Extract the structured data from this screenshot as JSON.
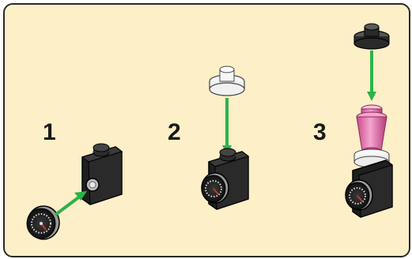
{
  "steps": [
    {
      "number": "1"
    },
    {
      "number": "2"
    },
    {
      "number": "3"
    }
  ],
  "colors": {
    "panel_background": "#fdefc7",
    "panel_border": "#2a2a2a",
    "arrow": "#2db34a",
    "brick": "#1f1f1f",
    "transparent_cone": "#e86aa8",
    "dial_accent": "#c0392b"
  },
  "icons": [
    "gauge-piece-icon",
    "headlight-brick-icon",
    "clear-round-plate-icon",
    "pink-cone-icon",
    "black-round-plate-icon",
    "green-arrow-icon"
  ]
}
